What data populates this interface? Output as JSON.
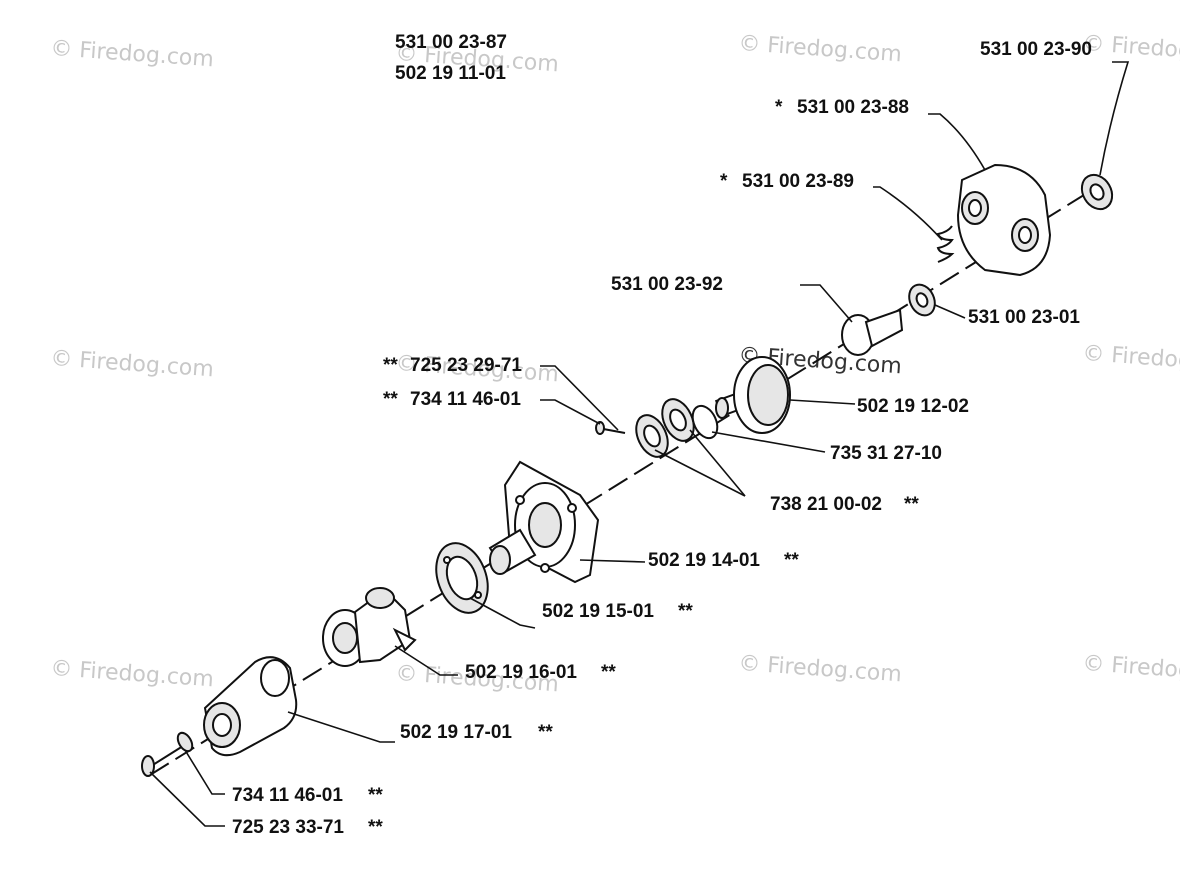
{
  "watermark": "© Firedog.com",
  "labels": {
    "p1": "531 00 23-87",
    "p2": "502 19 11-01",
    "p3": "531 00 23-90",
    "p4": "531 00 23-88",
    "p4_mark": "*",
    "p5": "531 00 23-89",
    "p5_mark": "*",
    "p6": "531 00 23-92",
    "p7": "531 00 23-01",
    "p8": "725 23 29-71",
    "p8_mark": "**",
    "p9": "734 11 46-01",
    "p9_mark": "**",
    "p10": "502 19 12-02",
    "p11": "735 31 27-10",
    "p12": "738 21 00-02",
    "p12_mark": "**",
    "p13": "502 19 14-01",
    "p13_mark": "**",
    "p14": "502 19 15-01",
    "p14_mark": "**",
    "p15": "502 19 16-01",
    "p15_mark": "**",
    "p16": "502 19 17-01",
    "p16_mark": "**",
    "p17": "734 11 46-01",
    "p17_mark": "**",
    "p18": "725 23 33-71",
    "p18_mark": "**"
  }
}
